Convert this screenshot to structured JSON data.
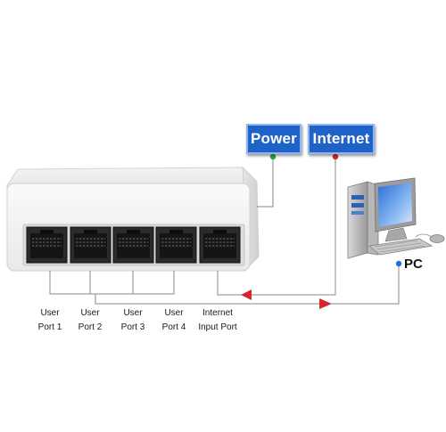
{
  "badges": {
    "power": "Power",
    "internet": "Internet"
  },
  "pc_label": "PC",
  "ports": [
    {
      "line1": "User",
      "line2": "Port 1"
    },
    {
      "line1": "User",
      "line2": "Port 2"
    },
    {
      "line1": "User",
      "line2": "Port 3"
    },
    {
      "line1": "User",
      "line2": "Port 4"
    },
    {
      "line1": "Internet",
      "line2": "Input Port"
    }
  ],
  "colors": {
    "badge_blue": "#1f63c9",
    "power_dot": "#1faa3c",
    "internet_dot": "#d8262c",
    "pc_dot": "#1f6fe0",
    "arrow_red": "#d8262c",
    "line_gray": "#8a8a8a"
  }
}
